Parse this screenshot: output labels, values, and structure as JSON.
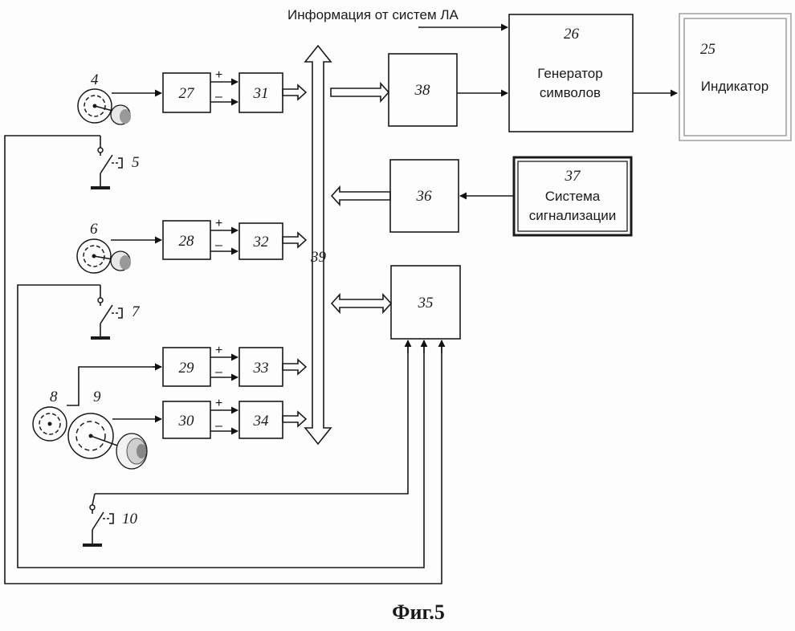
{
  "input_info_label": "Информация от систем ЛА",
  "blocks": {
    "b25": {
      "num": "25",
      "text": "Индикатор"
    },
    "b26": {
      "num": "26",
      "line1": "Генератор",
      "line2": "символов"
    },
    "b27": {
      "num": "27"
    },
    "b28": {
      "num": "28"
    },
    "b29": {
      "num": "29"
    },
    "b30": {
      "num": "30"
    },
    "b31": {
      "num": "31"
    },
    "b32": {
      "num": "32"
    },
    "b33": {
      "num": "33"
    },
    "b34": {
      "num": "34"
    },
    "b35": {
      "num": "35"
    },
    "b36": {
      "num": "36"
    },
    "b37": {
      "num": "37",
      "line1": "Система",
      "line2": "сигнализации"
    },
    "b38": {
      "num": "38"
    }
  },
  "bus_label": "39",
  "sensors": {
    "s4": "4",
    "s6": "6",
    "s8": "8",
    "s9": "9"
  },
  "switches": {
    "sw5": "5",
    "sw7": "7",
    "sw10": "10"
  },
  "signs": {
    "plus": "+",
    "minus": "–"
  },
  "caption": "Фиг.5"
}
